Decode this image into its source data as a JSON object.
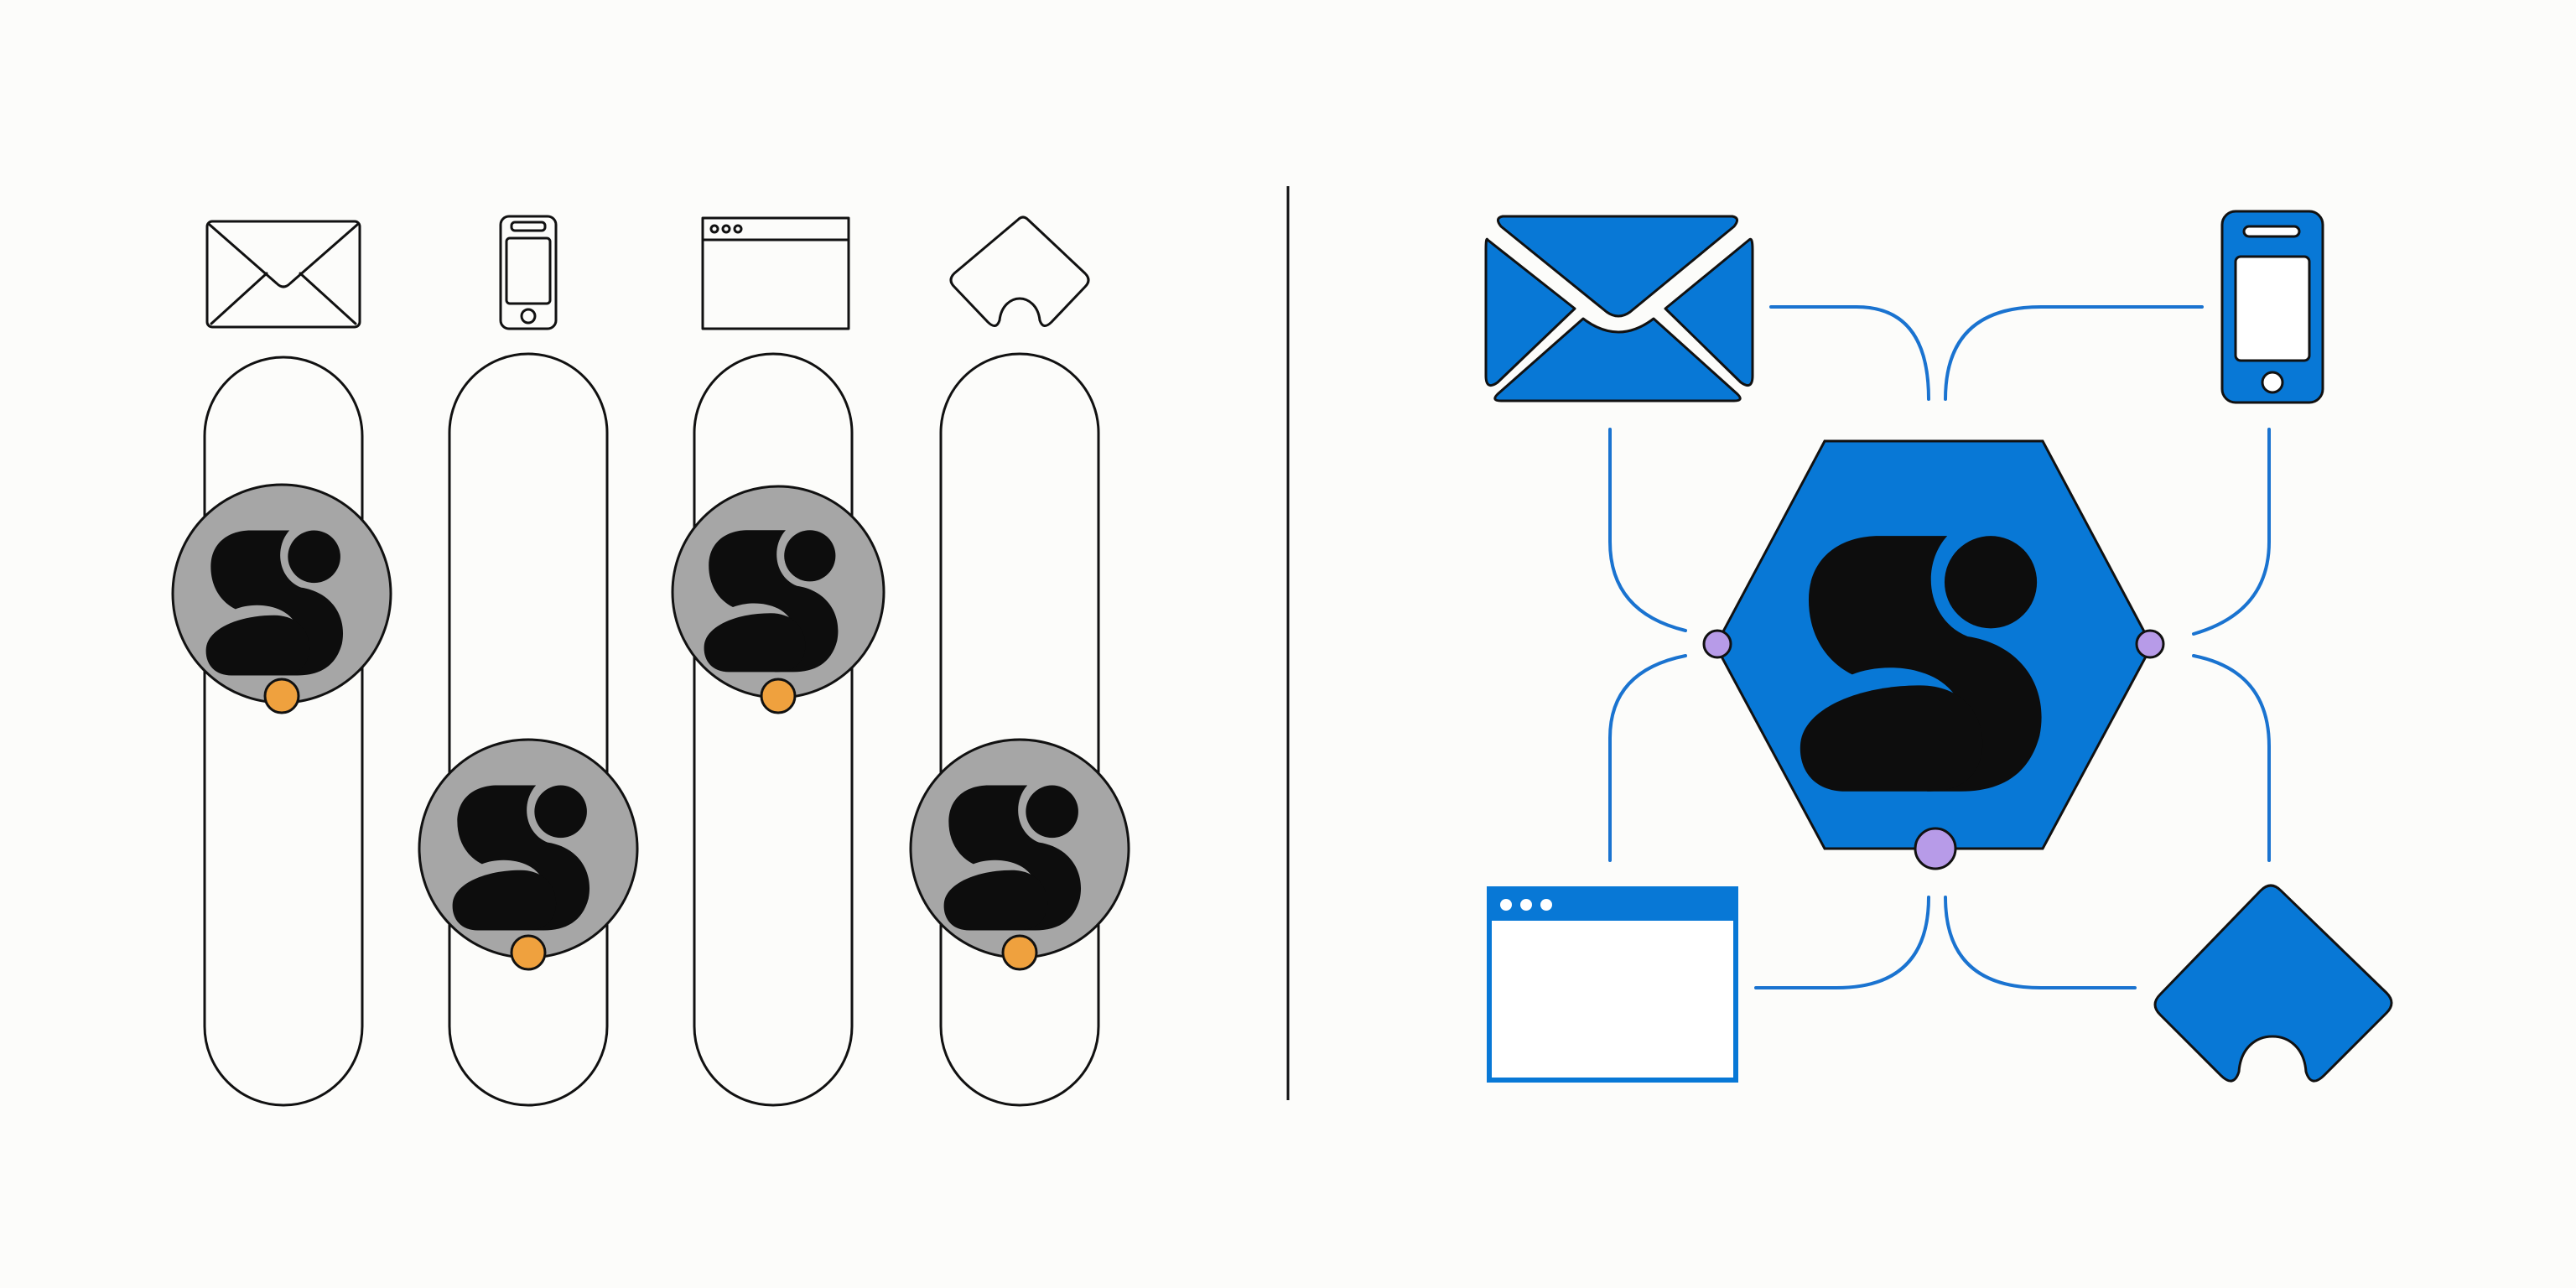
{
  "colors": {
    "background": "#fcfcfa",
    "stroke": "#111111",
    "accent_blue": "#0878d6",
    "line_blue": "#1a73d0",
    "disc_gray": "#a6a6a6",
    "glyph_black": "#0d0d0d",
    "dot_orange": "#efa13e",
    "dot_purple": "#b79be8",
    "white": "#ffffff"
  },
  "left_panel": {
    "columns": [
      {
        "icon": "envelope-icon",
        "slider_level": 0.3
      },
      {
        "icon": "phone-icon",
        "slider_level": 0.66
      },
      {
        "icon": "browser-window-icon",
        "slider_level": 0.3
      },
      {
        "icon": "puzzle-piece-icon",
        "slider_level": 0.66
      }
    ]
  },
  "right_panel": {
    "hub_icon": "brand-s-logo-icon",
    "hub_ports": [
      "left",
      "right",
      "bottom"
    ],
    "connected_icons": [
      "envelope-icon",
      "phone-icon",
      "browser-window-icon",
      "puzzle-piece-icon"
    ]
  }
}
